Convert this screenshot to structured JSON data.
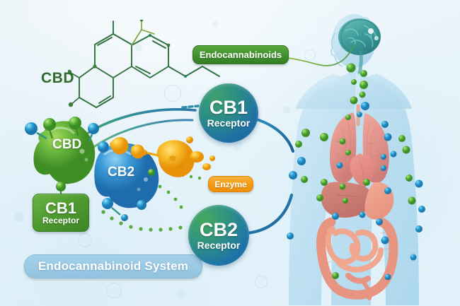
{
  "infographic": {
    "title": "Endocannabinoid System",
    "subject": "CBD and the endocannabinoid system"
  },
  "labels": {
    "endocannabinoids": "Endocannabinoids",
    "enzyme": "Enzyme",
    "system": "Endocannabinoid System",
    "cbd_molecule": "CBD",
    "cbd_blob": "CBD",
    "cb2_blob": "CB2"
  },
  "receptors": {
    "cb1_card": {
      "name": "CB1",
      "type": "Receptor"
    },
    "cb1_circle": {
      "name": "CB1",
      "type": "Receptor"
    },
    "cb2_circle": {
      "name": "CB2",
      "type": "Receptor"
    }
  },
  "colors": {
    "green_pill": "#3f8f2c",
    "orange_pill": "#f59a15",
    "system_pill": "#96c8e4",
    "cb1_card_green": "#4f9c30",
    "receptor_circle_blue": "#1f6fa5",
    "receptor_circle_green": "#3fa06e",
    "cbd_blob_green": "#6bb642",
    "cb2_blob_blue": "#3593d4",
    "enzyme_yellow": "#f7b421",
    "molecule_green": "#2f6b2c",
    "brain_teal": "#3d9a9a",
    "organ_pink": "#e09286",
    "body_blue": "#bfe2f2",
    "background": "#eef6fb"
  },
  "body_parts": [
    "brain",
    "lungs",
    "heart",
    "liver",
    "stomach",
    "intestines"
  ],
  "molecules": {
    "endocannabinoid_dots_green": 24,
    "endocannabinoid_dots_blue": 18
  }
}
